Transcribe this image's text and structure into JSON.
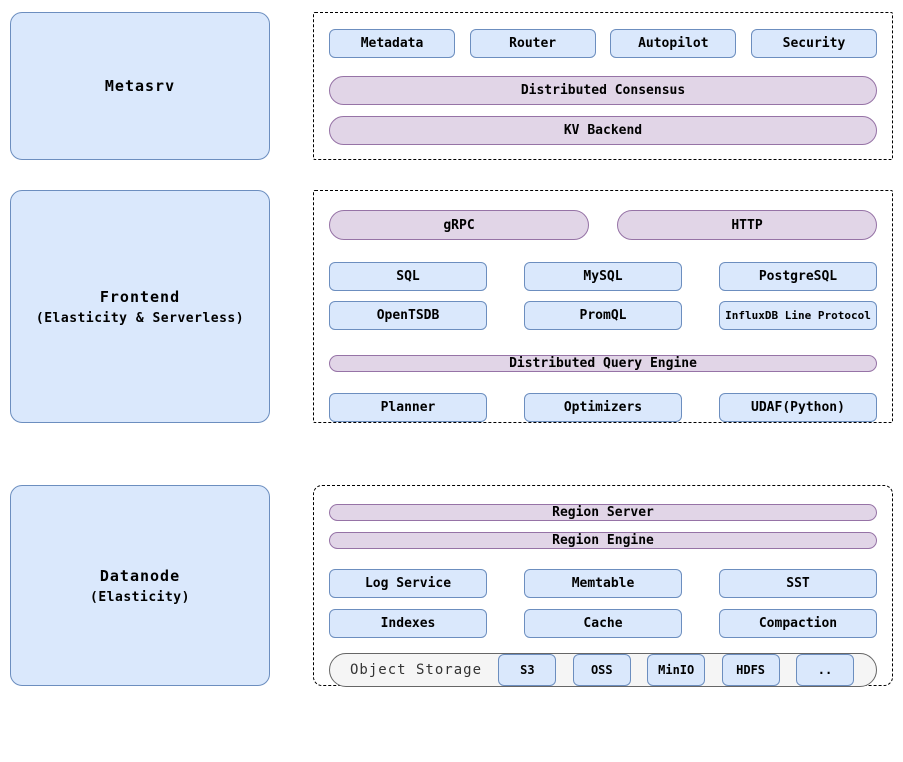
{
  "metasrv": {
    "label": "Metasrv",
    "components": [
      "Metadata",
      "Router",
      "Autopilot",
      "Security"
    ],
    "pills": [
      "Distributed Consensus",
      "KV Backend"
    ]
  },
  "frontend": {
    "label": "Frontend",
    "sublabel": "(Elasticity & Serverless)",
    "protocol_pills": [
      "gRPC",
      "HTTP"
    ],
    "protocols_row1": [
      "SQL",
      "MySQL",
      "PostgreSQL"
    ],
    "protocols_row2": [
      "OpenTSDB",
      "PromQL",
      "InfluxDB Line Protocol"
    ],
    "engine_pill": "Distributed Query Engine",
    "engine_components": [
      "Planner",
      "Optimizers",
      "UDAF(Python)"
    ]
  },
  "datanode": {
    "label": "Datanode",
    "sublabel": "(Elasticity)",
    "pills": [
      "Region Server",
      "Region Engine"
    ],
    "components_row1": [
      "Log Service",
      "Memtable",
      "SST"
    ],
    "components_row2": [
      "Indexes",
      "Cache",
      "Compaction"
    ],
    "object_storage": {
      "label": "Object Storage",
      "backends": [
        "S3",
        "OSS",
        "MinIO",
        "HDFS",
        ".."
      ]
    }
  },
  "colors": {
    "node_fill": "#dae8fc",
    "node_border": "#6c8ebf",
    "pill_fill": "#e1d5e7",
    "pill_border": "#9673a6",
    "storage_fill": "#f5f5f5",
    "storage_border": "#666666",
    "panel_border": "#000000",
    "background": "#ffffff"
  }
}
